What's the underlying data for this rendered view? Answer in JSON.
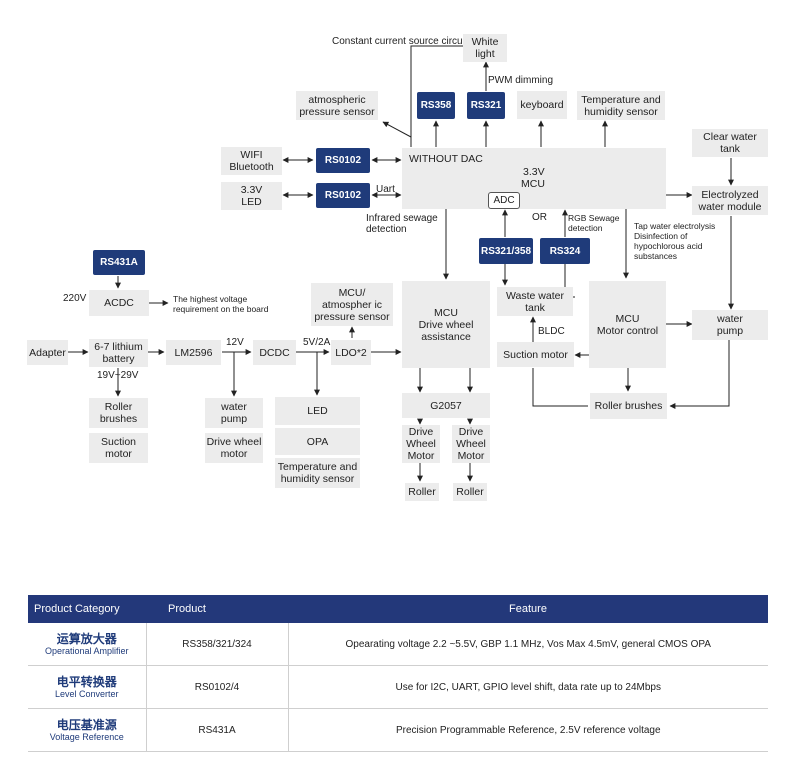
{
  "diagram": {
    "boxes": {
      "white_light": "White\nlight",
      "atm_sensor": "atmospheric\npressure sensor",
      "keyboard": "keyboard",
      "temp_top": "Temperature and\nhumidity sensor",
      "clear_water": "Clear water\ntank",
      "wifi": "WIFI\nBluetooth",
      "led33": "3.3V\nLED",
      "electrolyzed": "Electrolyzed\nwater module",
      "acdc": "ACDC",
      "mcu_atm": "MCU/\natmospher ic\npressure sensor",
      "mcu_drive": "MCU\nDrive wheel\nassistance",
      "waste_tank": "Waste water\ntank",
      "mcu_motor": "MCU\nMotor control",
      "water_pump_r": "water\npump",
      "adapter": "Adapter",
      "lithium": "6-7 lithium\nbattery",
      "lm2596": "LM2596",
      "dcdc": "DCDC",
      "ldo": "LDO*2",
      "suction_mid": "Suction motor",
      "roller_l": "Roller\nbrushes",
      "suction_l": "Suction\nmotor",
      "water_pump_l": "water\npump",
      "drive_wheel_l": "Drive wheel\nmotor",
      "led_l": "LED",
      "opa": "OPA",
      "temp_bottom": "Temperature and\nhumidity sensor",
      "g2057": "G2057",
      "dwm1": "Drive\nWheel\nMotor",
      "dwm2": "Drive\nWheel\nMotor",
      "roller1": "Roller",
      "roller2": "Roller",
      "roller_brushes_r": "Roller brushes"
    },
    "chips": {
      "rs358": "RS358",
      "rs321": "RS321",
      "rs0102_a": "RS0102",
      "rs0102_b": "RS0102",
      "rs431a": "RS431A",
      "rs321_358": "RS321/358",
      "rs324": "RS324"
    },
    "mcu_main": {
      "without_dac": "WITHOUT DAC",
      "voltage": "3.3V",
      "name": "MCU",
      "adc": "ADC",
      "or": "OR"
    },
    "labels": {
      "const_current": "Constant current source circuit",
      "pwm": "PWM dimming",
      "uart": "Uart",
      "infrared": "Infrared sewage\ndetection",
      "rgb": "RGB Sewage\ndetection",
      "tap_water": "Tap water electrolysis\nDisinfection of\nhypochlorous acid\nsubstances",
      "v220": "220V",
      "highest_voltage": "The highest voltage\nrequirement on the board",
      "v12": "12V",
      "v5": "5V/2A",
      "v19_29": "19V~29V",
      "bldc": "BLDC"
    }
  },
  "table": {
    "headers": {
      "category": "Product Category",
      "product": "Product",
      "feature": "Feature"
    },
    "rows": [
      {
        "cat_zh": "运算放大器",
        "cat_en": "Operational Amplifier",
        "product": "RS358/321/324",
        "feature": "Opearating voltage 2.2 ~5.5V, GBP 1.1 MHz,  Vos Max 4.5mV, general CMOS OPA"
      },
      {
        "cat_zh": "电平转换器",
        "cat_en": "Level Converter",
        "product": "RS0102/4",
        "feature": "Use for I2C, UART, GPIO level shift, data rate up to 24Mbps"
      },
      {
        "cat_zh": "电压基准源",
        "cat_en": "Voltage Reference",
        "product": "RS431A",
        "feature": "Precision Programmable Reference, 2.5V reference voltage"
      }
    ]
  },
  "colors": {
    "chip_blue": "#1f3b7a",
    "box_gray": "#ececec",
    "header_blue": "#23387a"
  }
}
